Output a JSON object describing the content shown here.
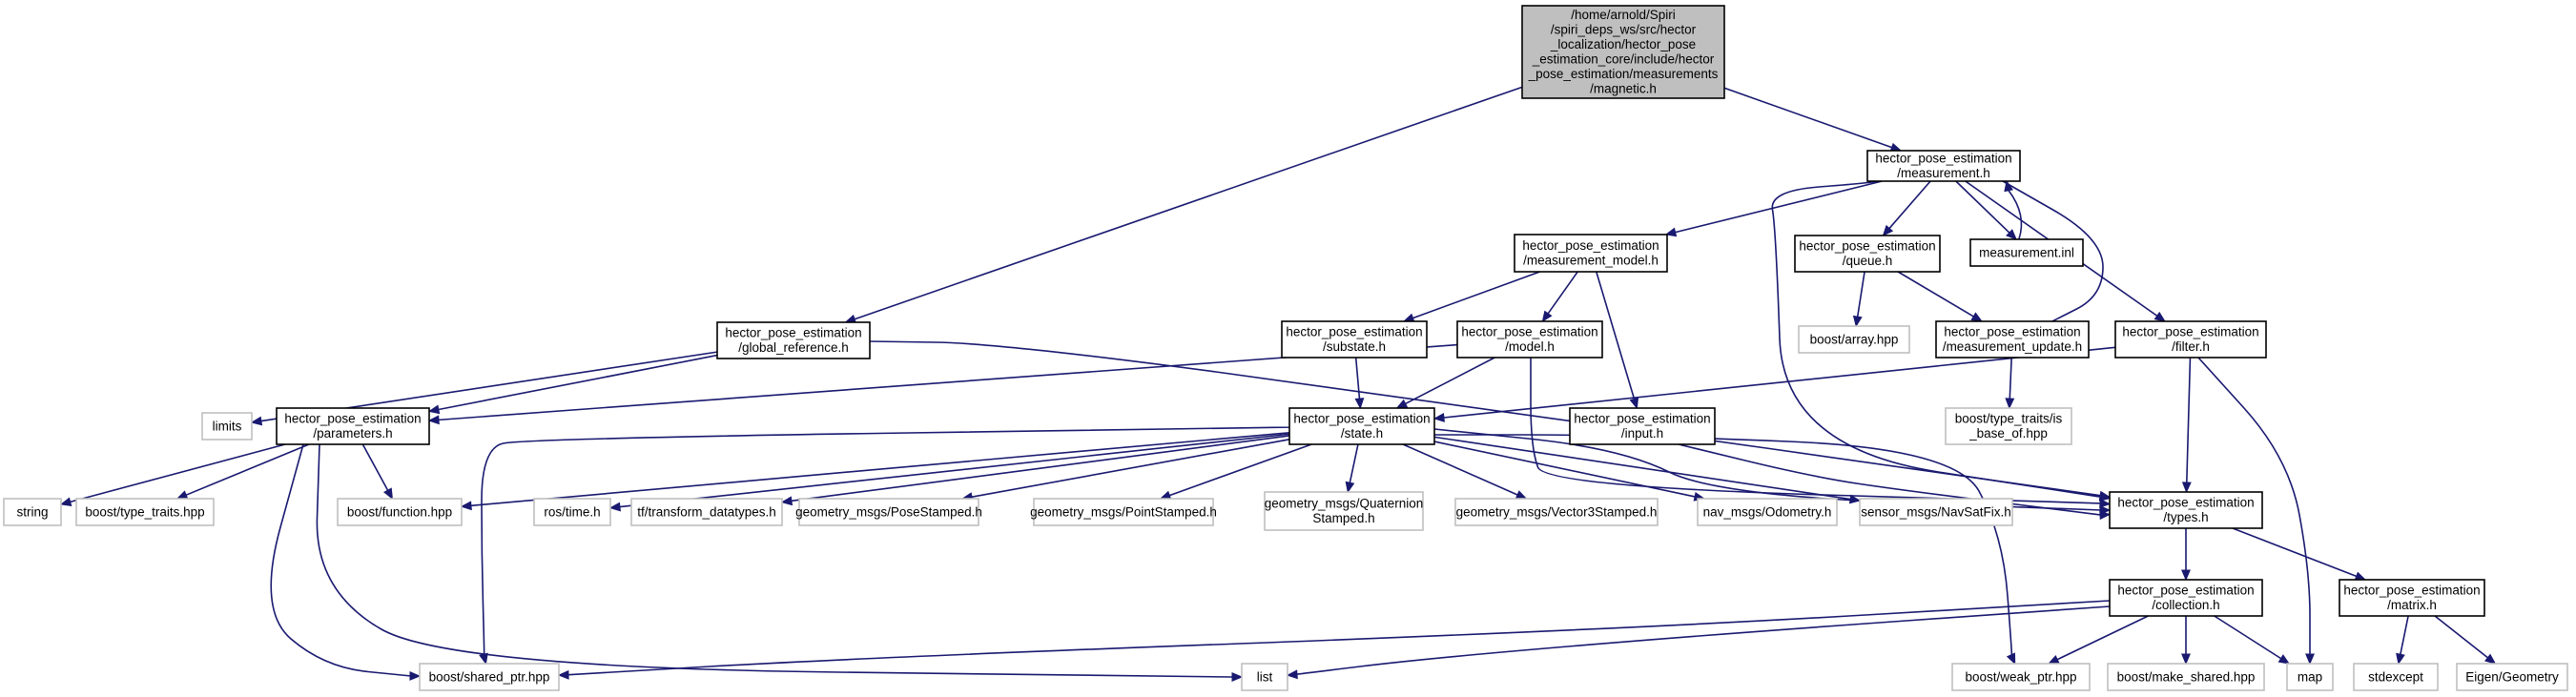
{
  "graph": {
    "nodes": [
      {
        "id": "magnetic",
        "kind": "root",
        "lines": [
          "/home/arnold/Spiri",
          "/spiri_deps_ws/src/hector",
          "_localization/hector_pose",
          "_estimation_core/include/hector",
          "_pose_estimation/measurements",
          "/magnetic.h"
        ]
      },
      {
        "id": "measurement",
        "kind": "box",
        "lines": [
          "hector_pose_estimation",
          "/measurement.h"
        ]
      },
      {
        "id": "measurement_model",
        "kind": "box",
        "lines": [
          "hector_pose_estimation",
          "/measurement_model.h"
        ]
      },
      {
        "id": "queue",
        "kind": "box",
        "lines": [
          "hector_pose_estimation",
          "/queue.h"
        ]
      },
      {
        "id": "measurement_inl",
        "kind": "box",
        "lines": [
          "measurement.inl"
        ]
      },
      {
        "id": "global_reference",
        "kind": "box",
        "lines": [
          "hector_pose_estimation",
          "/global_reference.h"
        ]
      },
      {
        "id": "substate",
        "kind": "box",
        "lines": [
          "hector_pose_estimation",
          "/substate.h"
        ]
      },
      {
        "id": "model",
        "kind": "box",
        "lines": [
          "hector_pose_estimation",
          "/model.h"
        ]
      },
      {
        "id": "array",
        "kind": "ext",
        "lines": [
          "boost/array.hpp"
        ]
      },
      {
        "id": "measurement_update",
        "kind": "box",
        "lines": [
          "hector_pose_estimation",
          "/measurement_update.h"
        ]
      },
      {
        "id": "filter",
        "kind": "box",
        "lines": [
          "hector_pose_estimation",
          "/filter.h"
        ]
      },
      {
        "id": "limits",
        "kind": "ext",
        "lines": [
          "limits"
        ]
      },
      {
        "id": "parameters",
        "kind": "box",
        "lines": [
          "hector_pose_estimation",
          "/parameters.h"
        ]
      },
      {
        "id": "state",
        "kind": "box",
        "lines": [
          "hector_pose_estimation",
          "/state.h"
        ]
      },
      {
        "id": "input",
        "kind": "box",
        "lines": [
          "hector_pose_estimation",
          "/input.h"
        ]
      },
      {
        "id": "is_base_of",
        "kind": "ext",
        "lines": [
          "boost/type_traits/is",
          "_base_of.hpp"
        ]
      },
      {
        "id": "string",
        "kind": "ext",
        "lines": [
          "string"
        ]
      },
      {
        "id": "type_traits",
        "kind": "ext",
        "lines": [
          "boost/type_traits.hpp"
        ]
      },
      {
        "id": "function",
        "kind": "ext",
        "lines": [
          "boost/function.hpp"
        ]
      },
      {
        "id": "ros_time",
        "kind": "ext",
        "lines": [
          "ros/time.h"
        ]
      },
      {
        "id": "tf_datatypes",
        "kind": "ext",
        "lines": [
          "tf/transform_datatypes.h"
        ]
      },
      {
        "id": "pose_stamped",
        "kind": "ext",
        "lines": [
          "geometry_msgs/PoseStamped.h"
        ]
      },
      {
        "id": "point_stamped",
        "kind": "ext",
        "lines": [
          "geometry_msgs/PointStamped.h"
        ]
      },
      {
        "id": "quat_stamped",
        "kind": "ext",
        "lines": [
          "geometry_msgs/Quaternion",
          "Stamped.h"
        ]
      },
      {
        "id": "vec3_stamped",
        "kind": "ext",
        "lines": [
          "geometry_msgs/Vector3Stamped.h"
        ]
      },
      {
        "id": "odometry",
        "kind": "ext",
        "lines": [
          "nav_msgs/Odometry.h"
        ]
      },
      {
        "id": "navsatfix",
        "kind": "ext",
        "lines": [
          "sensor_msgs/NavSatFix.h"
        ]
      },
      {
        "id": "types",
        "kind": "box",
        "lines": [
          "hector_pose_estimation",
          "/types.h"
        ]
      },
      {
        "id": "collection",
        "kind": "box",
        "lines": [
          "hector_pose_estimation",
          "/collection.h"
        ]
      },
      {
        "id": "matrix",
        "kind": "box",
        "lines": [
          "hector_pose_estimation",
          "/matrix.h"
        ]
      },
      {
        "id": "shared_ptr",
        "kind": "ext",
        "lines": [
          "boost/shared_ptr.hpp"
        ]
      },
      {
        "id": "list",
        "kind": "ext",
        "lines": [
          "list"
        ]
      },
      {
        "id": "weak_ptr",
        "kind": "ext",
        "lines": [
          "boost/weak_ptr.hpp"
        ]
      },
      {
        "id": "make_shared",
        "kind": "ext",
        "lines": [
          "boost/make_shared.hpp"
        ]
      },
      {
        "id": "map",
        "kind": "ext",
        "lines": [
          "map"
        ]
      },
      {
        "id": "stdexcept",
        "kind": "ext",
        "lines": [
          "stdexcept"
        ]
      },
      {
        "id": "eigen_geometry",
        "kind": "ext",
        "lines": [
          "Eigen/Geometry"
        ]
      }
    ],
    "edges": [
      [
        "magnetic",
        "measurement"
      ],
      [
        "magnetic",
        "global_reference"
      ],
      [
        "measurement",
        "measurement_model"
      ],
      [
        "measurement",
        "queue"
      ],
      [
        "measurement",
        "measurement_inl"
      ],
      [
        "measurement",
        "measurement_update"
      ],
      [
        "measurement",
        "filter"
      ],
      [
        "measurement",
        "types"
      ],
      [
        "measurement_inl",
        "measurement"
      ],
      [
        "measurement_model",
        "substate"
      ],
      [
        "measurement_model",
        "model"
      ],
      [
        "measurement_model",
        "input"
      ],
      [
        "queue",
        "array"
      ],
      [
        "queue",
        "measurement_update"
      ],
      [
        "measurement_update",
        "is_base_of"
      ],
      [
        "filter",
        "state"
      ],
      [
        "filter",
        "types"
      ],
      [
        "filter",
        "map"
      ],
      [
        "global_reference",
        "limits"
      ],
      [
        "global_reference",
        "parameters"
      ],
      [
        "global_reference",
        "types"
      ],
      [
        "substate",
        "state"
      ],
      [
        "model",
        "parameters"
      ],
      [
        "model",
        "state"
      ],
      [
        "model",
        "types"
      ],
      [
        "input",
        "types"
      ],
      [
        "parameters",
        "string"
      ],
      [
        "parameters",
        "type_traits"
      ],
      [
        "parameters",
        "function"
      ],
      [
        "parameters",
        "shared_ptr"
      ],
      [
        "parameters",
        "list"
      ],
      [
        "state",
        "function"
      ],
      [
        "state",
        "ros_time"
      ],
      [
        "state",
        "tf_datatypes"
      ],
      [
        "state",
        "pose_stamped"
      ],
      [
        "state",
        "point_stamped"
      ],
      [
        "state",
        "quat_stamped"
      ],
      [
        "state",
        "vec3_stamped"
      ],
      [
        "state",
        "odometry"
      ],
      [
        "state",
        "navsatfix"
      ],
      [
        "state",
        "types"
      ],
      [
        "state",
        "shared_ptr"
      ],
      [
        "state",
        "weak_ptr"
      ],
      [
        "types",
        "collection"
      ],
      [
        "types",
        "matrix"
      ],
      [
        "collection",
        "shared_ptr"
      ],
      [
        "collection",
        "list"
      ],
      [
        "collection",
        "weak_ptr"
      ],
      [
        "collection",
        "make_shared"
      ],
      [
        "collection",
        "map"
      ],
      [
        "matrix",
        "stdexcept"
      ],
      [
        "matrix",
        "eigen_geometry"
      ]
    ]
  }
}
